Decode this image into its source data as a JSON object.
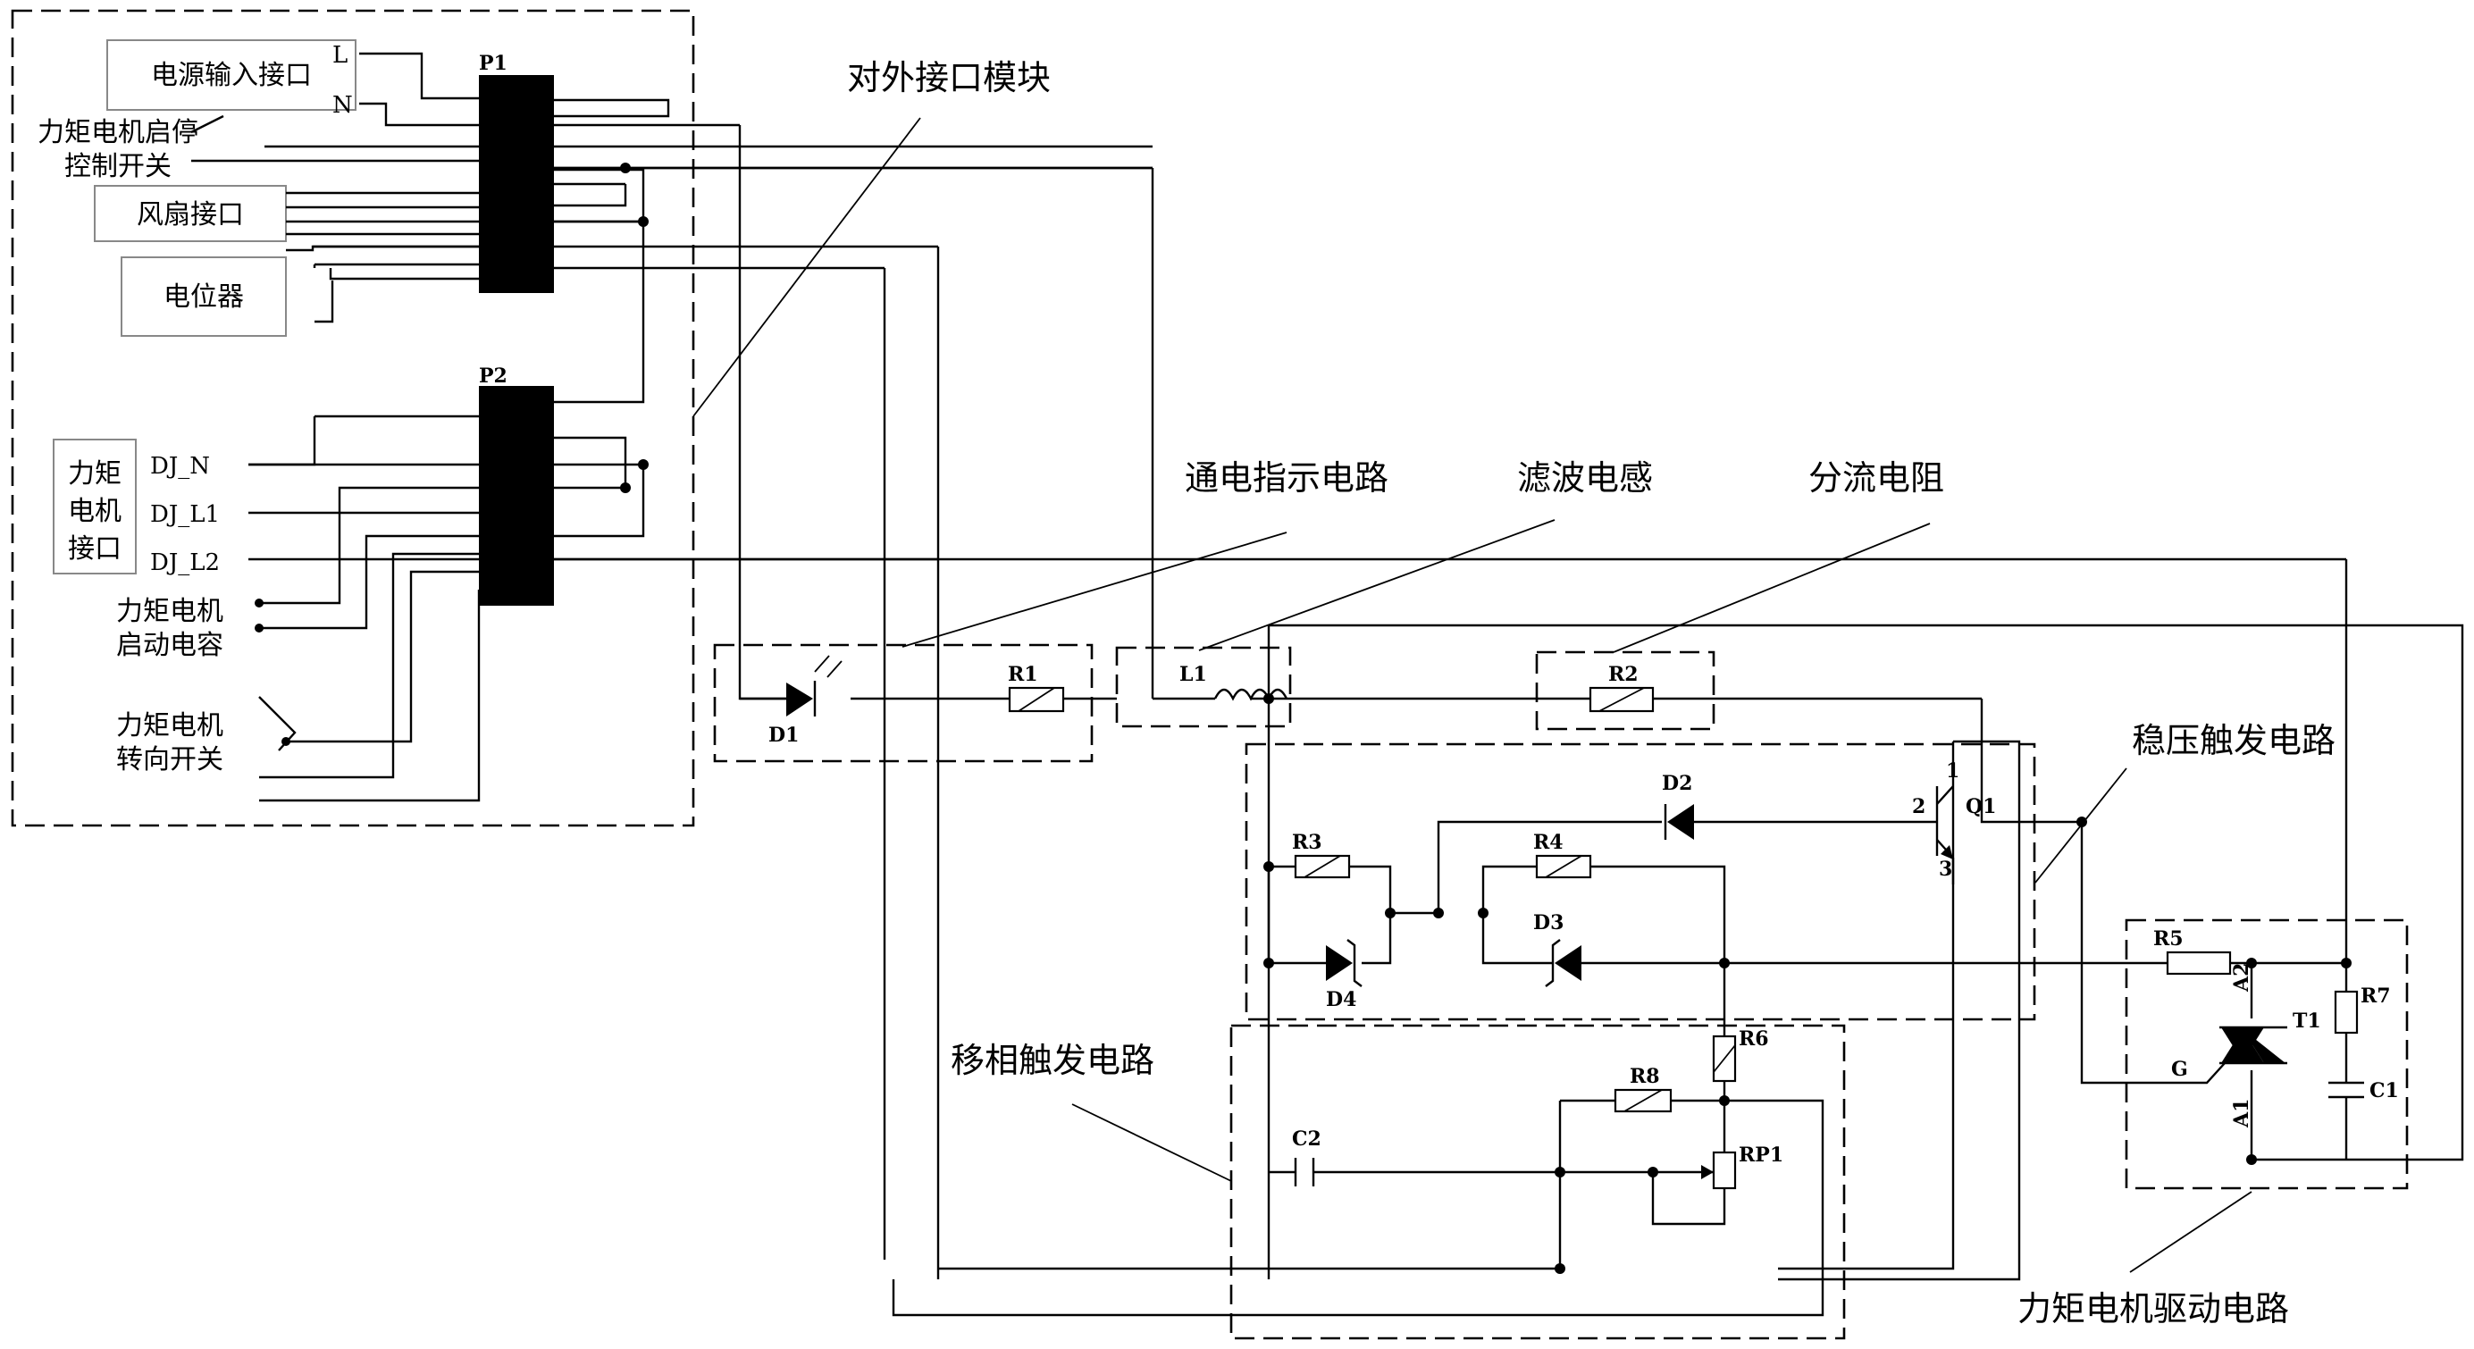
{
  "labels": {
    "power_in": "电源输入接口",
    "motor_switch_1": "力矩电机启停",
    "motor_switch_2": "控制开关",
    "fan": "风扇接口",
    "pot": "电位器",
    "motor_iface_1": "力矩",
    "motor_iface_2": "电机",
    "motor_iface_3": "接口",
    "cap_1": "力矩电机",
    "cap_2": "启动电容",
    "dir_1": "力矩电机",
    "dir_2": "转向开关",
    "ext_module": "对外接口模块",
    "indicator": "通电指示电路",
    "filter": "滤波电感",
    "shunt": "分流电阻",
    "regulator": "稳压触发电路",
    "phase": "移相触发电路",
    "driver": "力矩电机驱动电路"
  },
  "pins": {
    "L": "L",
    "N": "N",
    "dj_n": "DJ_N",
    "dj_l1": "DJ_L1",
    "dj_l2": "DJ_L2"
  },
  "refs": {
    "p1": "P1",
    "p2": "P2",
    "d1": "D1",
    "r1": "R1",
    "l1": "L1",
    "r2": "R2",
    "d2": "D2",
    "q1": "Q1",
    "q1_pin2": "2",
    "q1_pin3": "3",
    "q1_pin1": "1",
    "r3": "R3",
    "r4": "R4",
    "d3": "D3",
    "d4": "D4",
    "r5": "R5",
    "r6": "R6",
    "r7": "R7",
    "r8": "R8",
    "rp1": "RP1",
    "c1": "C1",
    "c2": "C2",
    "t1": "T1",
    "a1": "A1",
    "a2": "A2",
    "g": "G"
  }
}
